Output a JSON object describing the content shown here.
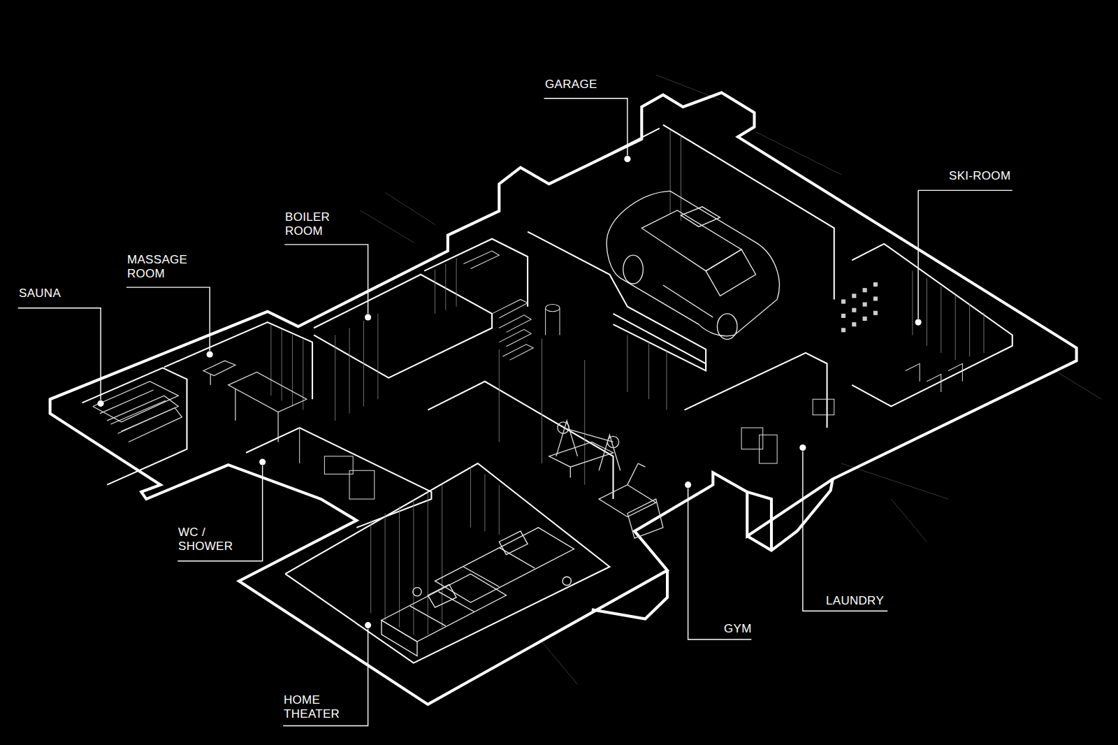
{
  "diagram": {
    "labels": [
      "GARAGE",
      "SKI-ROOM",
      "BOILER ROOM",
      "MASSAGE ROOM",
      "SAUNA",
      "WC / SHOWER",
      "LAUNDRY",
      "GYM",
      "HOME THEATER"
    ]
  }
}
